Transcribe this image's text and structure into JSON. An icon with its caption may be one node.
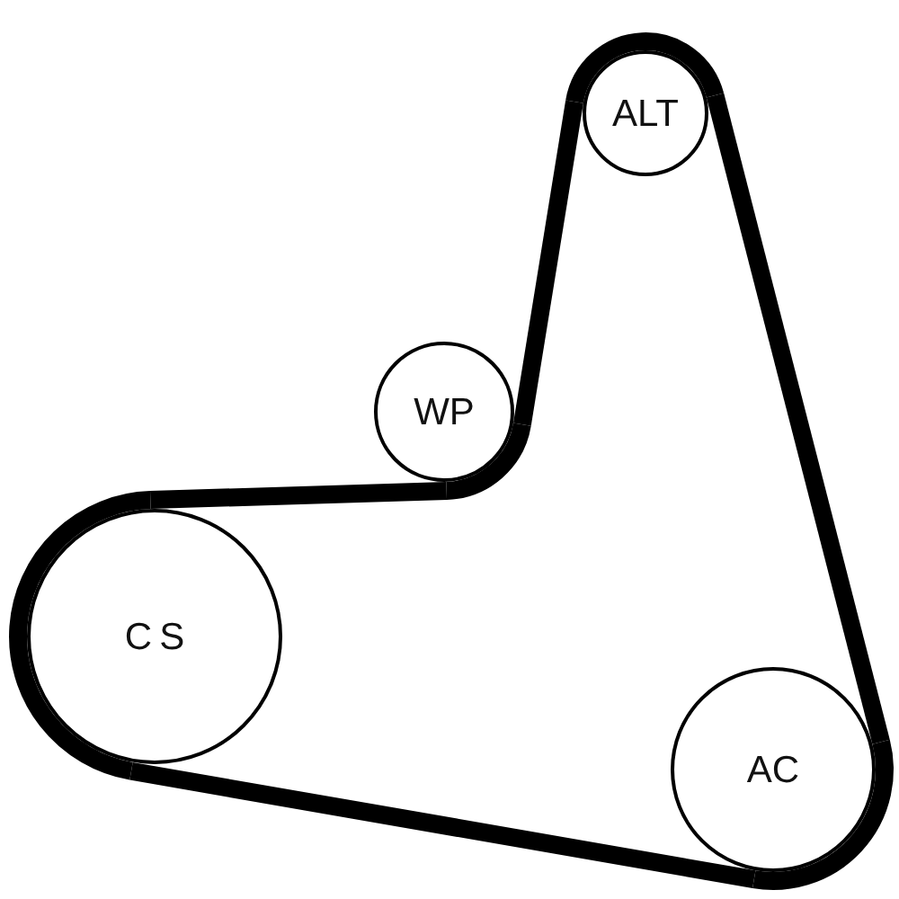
{
  "diagram": {
    "nodes": [
      {
        "text": [
          "ALT"
        ]
      },
      {
        "text": [
          "WP"
        ]
      },
      {
        "text": [
          "CS"
        ]
      },
      {
        "text": [
          "AC"
        ]
      }
    ],
    "edges": [
      {
        "from": 2,
        "to": 1,
        "arrow": "none"
      },
      {
        "from": 1,
        "to": 0,
        "arrow": "none"
      },
      {
        "from": 0,
        "to": 3,
        "arrow": "none"
      },
      {
        "from": 3,
        "to": 2,
        "arrow": "none"
      }
    ]
  }
}
